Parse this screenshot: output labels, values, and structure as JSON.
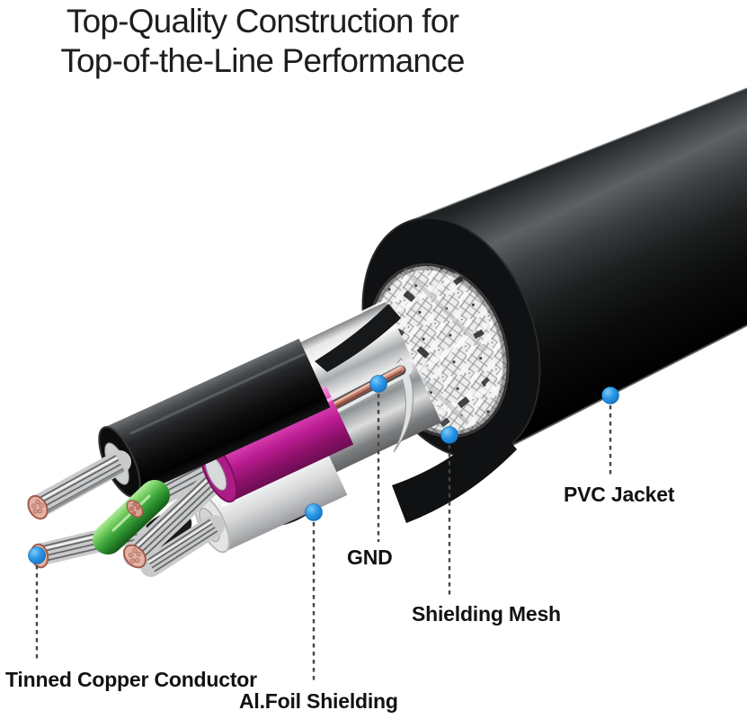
{
  "title": {
    "line1": "Top-Quality Construction for",
    "line2": "Top-of-the-Line Performance"
  },
  "callouts": [
    {
      "id": "tinned_copper",
      "label": "Tinned Copper Conductor"
    },
    {
      "id": "al_foil",
      "label": "Al.Foil Shielding"
    },
    {
      "id": "gnd",
      "label": "GND"
    },
    {
      "id": "shielding_mesh",
      "label": "Shielding Mesh"
    },
    {
      "id": "pvc_jacket",
      "label": "PVC Jacket"
    }
  ],
  "colors": {
    "callout_dot_blue": "#1e8fe0",
    "title_text": "#1e1e1e",
    "label_text": "#121212",
    "pvc_jacket_black": "#0e0f10",
    "foil_silver": "#d7d8d9",
    "wire_black": "#141414",
    "wire_magenta": "#cc28a0",
    "wire_white": "#f2f2f2",
    "wire_green": "#3aa336",
    "copper": "#c98273",
    "tinned_strand_silver": "#c9cacb"
  }
}
